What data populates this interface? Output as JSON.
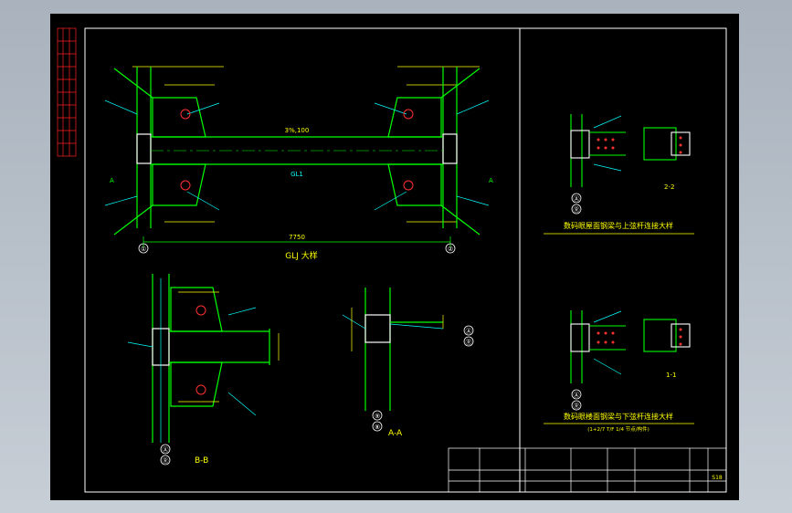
{
  "colors": {
    "background": "#000000",
    "frame": "#ffffff",
    "steel": "#00ff00",
    "dimension": "#ffff00",
    "leader": "#00ffff",
    "bolt": "#ff3030",
    "axis": "#ffffff"
  },
  "drawing": {
    "main_title": "GLJ 大样",
    "section_bb": "B-B",
    "section_aa": "A-A",
    "section_22": "2-2",
    "section_11": "1-1",
    "detail_top_title": "数码眼屋面钢梁与上弦杆连接大样",
    "detail_bottom_title": "数码眼楼面钢梁与下弦杆连接大样",
    "detail_bottom_note": "(1+2/7 T/F 1/4 节点/构件)",
    "axis_1": "①",
    "axis_2": "②",
    "axis_A": "Ⓐ",
    "axis_R": "Ⓡ",
    "axis_9": "⑨",
    "axis_8": "⑧",
    "span_dim": "7750",
    "beam_tag": "GL1",
    "label_A": "A",
    "slope": "3%,100"
  },
  "title_block": {
    "sheet_no": "S18",
    "drawing_no": "S18"
  }
}
